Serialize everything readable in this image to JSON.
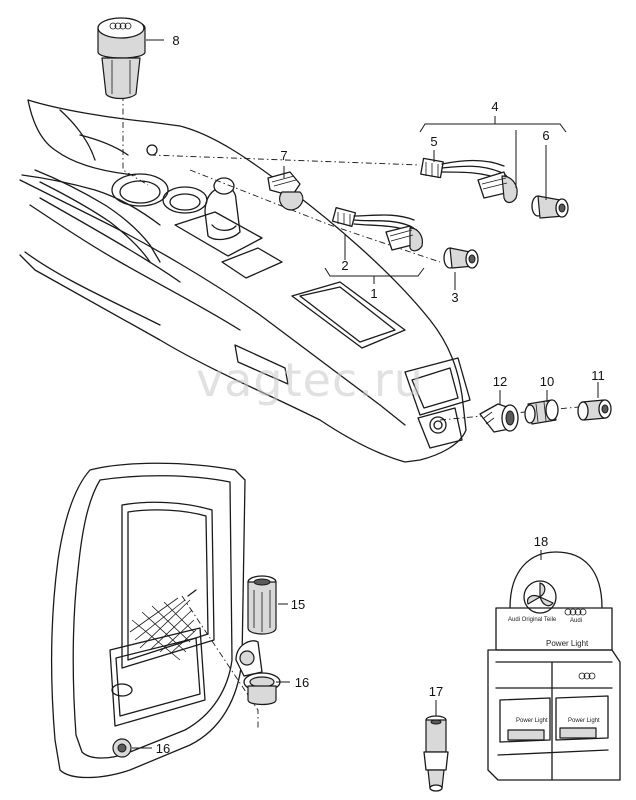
{
  "watermark": "vagtec.ru",
  "callouts": {
    "c1": "1",
    "c2": "2",
    "c3": "3",
    "c4": "4",
    "c5": "5",
    "c6": "6",
    "c7": "7",
    "c8": "8",
    "c10": "10",
    "c11": "11",
    "c12": "12",
    "c15": "15",
    "c16a": "16",
    "c16b": "16",
    "c17": "17",
    "c18": "18"
  },
  "display_box": {
    "brand_line": "Audi Original Teile",
    "product_name": "Power Light",
    "tray_label_left": "Power Light",
    "tray_label_right": "Power Light",
    "logo_text": "Audi"
  }
}
